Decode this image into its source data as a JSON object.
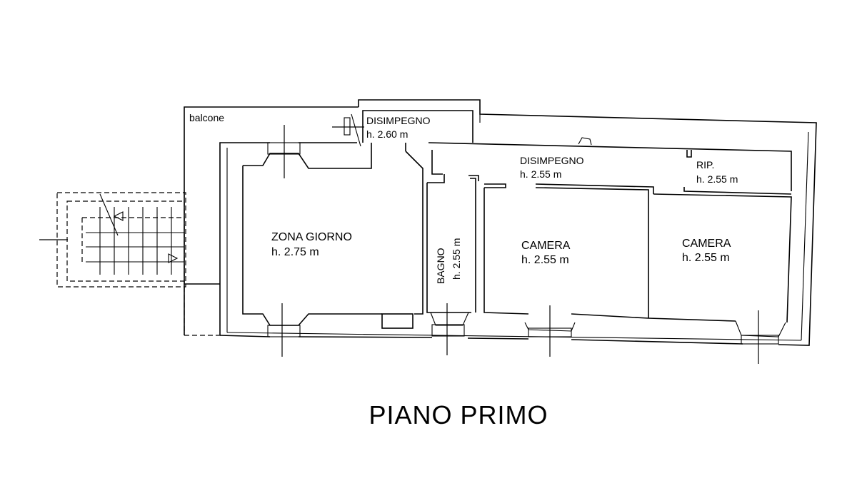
{
  "title": "PIANO PRIMO",
  "rooms": {
    "balcone": {
      "name": "balcone"
    },
    "disimpegno_1": {
      "name": "DISIMPEGNO",
      "height": "h. 2.60 m"
    },
    "disimpegno_2": {
      "name": "DISIMPEGNO",
      "height": "h. 2.55 m"
    },
    "ripostiglio": {
      "name": "RIP.",
      "height": "h. 2.55 m"
    },
    "zona_giorno": {
      "name": "ZONA GIORNO",
      "height": "h. 2.75 m"
    },
    "bagno": {
      "name": "BAGNO",
      "height": "h. 2.55 m"
    },
    "camera_1": {
      "name": "CAMERA",
      "height": "h. 2.55 m"
    },
    "camera_2": {
      "name": "CAMERA",
      "height": "h. 2.55 m"
    }
  },
  "colors": {
    "lines": "#000000",
    "background": "#ffffff"
  }
}
